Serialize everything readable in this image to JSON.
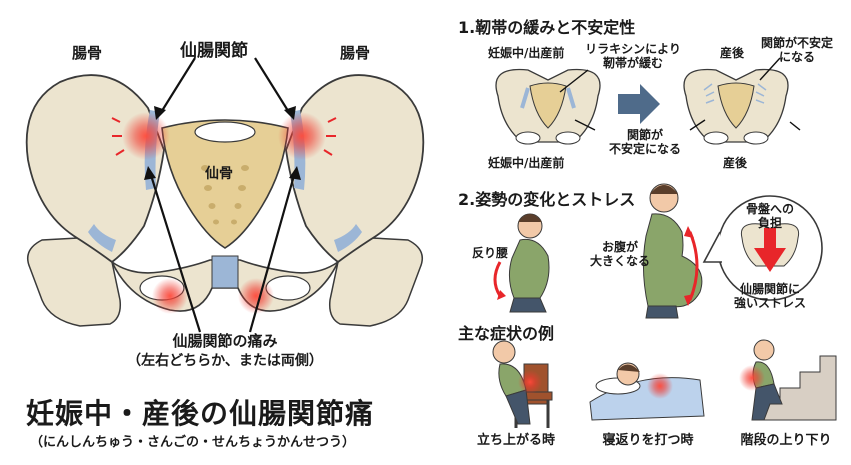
{
  "main": {
    "label_left_ilium": "腸骨",
    "label_si_joint": "仙腸関節",
    "label_right_ilium": "腸骨",
    "label_sacrum": "仙骨",
    "pain_line1": "仙腸関節の痛み",
    "pain_line2": "（左右どちらか、または両側）",
    "title": "妊娠中・産後の仙腸関節痛",
    "subtitle": "（にんしんちゅう・さんごの・せんちょうかんせつう）"
  },
  "section1": {
    "heading": "1.靭帯の緩みと不安定性",
    "before_top": "妊娠中/出産前",
    "relaxin_1": "リラキシンにより",
    "relaxin_2": "靭帯が緩む",
    "after_top": "産後",
    "unstable_top_1": "関節が不安定",
    "unstable_top_2": "になる",
    "unstable_mid_1": "関節が",
    "unstable_mid_2": "不安定になる",
    "before_bottom": "妊娠中/出産前",
    "after_bottom": "産後"
  },
  "section2": {
    "heading": "2.姿勢の変化とストレス",
    "sway_back": "反り腰",
    "belly_1": "お腹が",
    "belly_2": "大きくなる",
    "burden_1": "骨盤への",
    "burden_2": "負担",
    "stress_1": "仙腸関節に",
    "stress_2": "強いストレス"
  },
  "section3": {
    "heading": "主な症状の例",
    "items": [
      {
        "label": "立ち上がる時"
      },
      {
        "label": "寝返りを打つ時"
      },
      {
        "label": "階段の上り下り"
      }
    ]
  },
  "colors": {
    "bone": "#ece4cf",
    "bone_outline": "#3a3a3a",
    "sacrum": "#e6cf96",
    "cartilage": "#9cb6d6",
    "pain": "#e8262a",
    "arrow_blue": "#4f6b8a"
  }
}
